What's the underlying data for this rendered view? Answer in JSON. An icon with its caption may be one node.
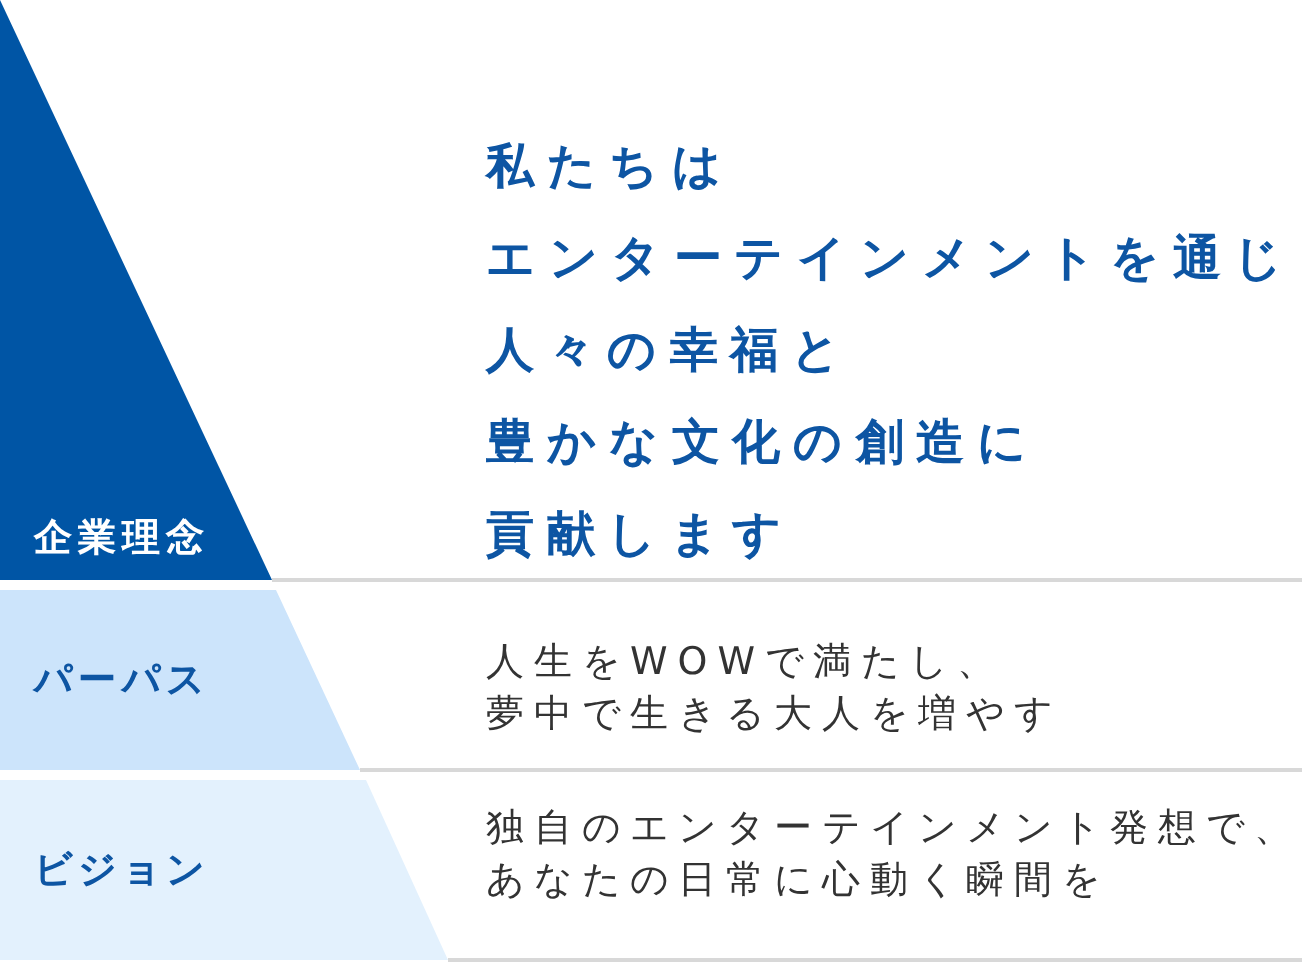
{
  "diagram": {
    "nodes": [
      {
        "text": [
          "企業理念"
        ]
      },
      {
        "text": [
          "パーパス"
        ]
      },
      {
        "text": [
          "ビジョン"
        ]
      }
    ],
    "labels": [
      "私たちはエンターテインメントを通じ人々の幸福と豊かな文化の創造に貢献します",
      "人生をWOWで満たし、夢中で生きる大人を増やす",
      "独自のエンターテインメント発想で、あなたの日常に心動く瞬間を"
    ]
  }
}
